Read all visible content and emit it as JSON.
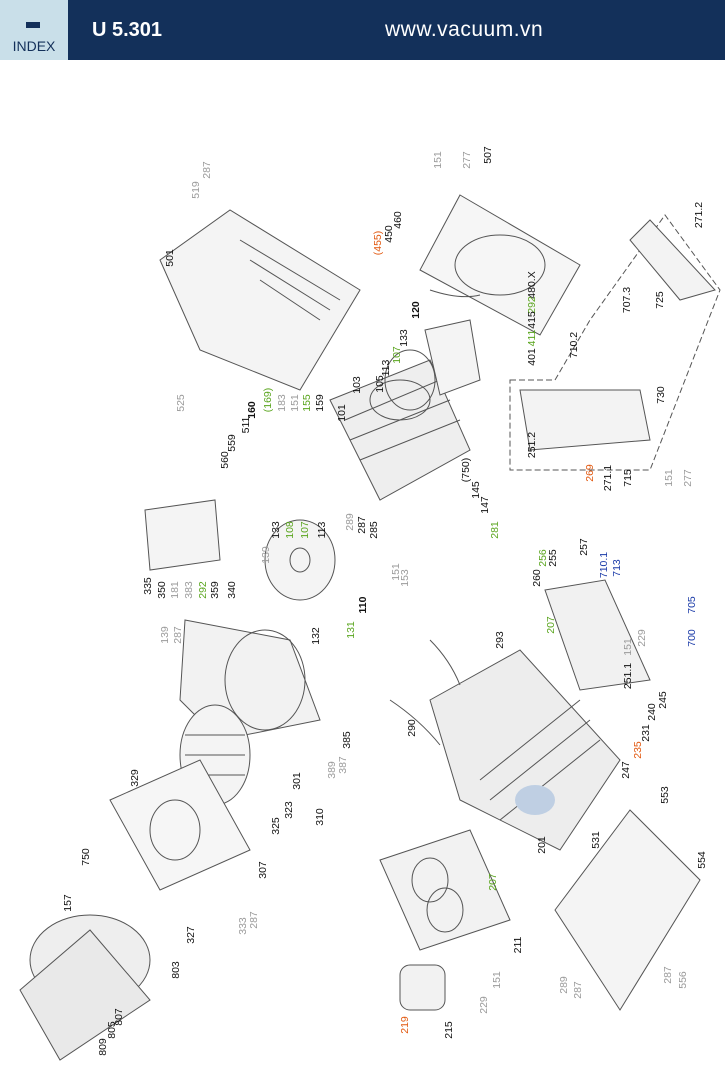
{
  "header": {
    "index_label": "INDEX",
    "model": "U 5.301",
    "website": "www.vacuum.vn"
  },
  "colors": {
    "header_bg": "#13305a",
    "index_bg": "#c9dfe9",
    "green": "#5aa51e",
    "orange": "#e2580f",
    "blue": "#1a3aa8",
    "gray": "#9a9a9a"
  },
  "part_labels": [
    {
      "text": "519",
      "color": "gray"
    },
    {
      "text": "287",
      "color": "gray"
    },
    {
      "text": "501",
      "color": "black"
    },
    {
      "text": "525",
      "color": "gray"
    },
    {
      "text": "160",
      "color": "black",
      "bold": true
    },
    {
      "text": "(169)",
      "color": "green"
    },
    {
      "text": "183",
      "color": "gray"
    },
    {
      "text": "151",
      "color": "gray"
    },
    {
      "text": "155",
      "color": "green"
    },
    {
      "text": "159",
      "color": "black"
    },
    {
      "text": "511",
      "color": "black"
    },
    {
      "text": "559",
      "color": "black"
    },
    {
      "text": "560",
      "color": "black"
    },
    {
      "text": "335",
      "color": "black"
    },
    {
      "text": "350",
      "color": "black"
    },
    {
      "text": "181",
      "color": "gray"
    },
    {
      "text": "383",
      "color": "gray"
    },
    {
      "text": "292",
      "color": "green"
    },
    {
      "text": "359",
      "color": "black"
    },
    {
      "text": "340",
      "color": "black"
    },
    {
      "text": "139",
      "color": "gray"
    },
    {
      "text": "133",
      "color": "black"
    },
    {
      "text": "108",
      "color": "green"
    },
    {
      "text": "107",
      "color": "green"
    },
    {
      "text": "113",
      "color": "black"
    },
    {
      "text": "110",
      "color": "black",
      "bold": true
    },
    {
      "text": "131",
      "color": "green"
    },
    {
      "text": "132",
      "color": "black"
    },
    {
      "text": "139",
      "color": "gray"
    },
    {
      "text": "287",
      "color": "gray"
    },
    {
      "text": "101",
      "color": "black"
    },
    {
      "text": "103",
      "color": "black"
    },
    {
      "text": "105",
      "color": "black"
    },
    {
      "text": "113",
      "color": "black"
    },
    {
      "text": "107",
      "color": "green"
    },
    {
      "text": "133",
      "color": "black"
    },
    {
      "text": "120",
      "color": "black",
      "bold": true
    },
    {
      "text": "(455)",
      "color": "orange"
    },
    {
      "text": "450",
      "color": "black"
    },
    {
      "text": "460",
      "color": "black"
    },
    {
      "text": "151",
      "color": "gray"
    },
    {
      "text": "277",
      "color": "gray"
    },
    {
      "text": "507",
      "color": "black"
    },
    {
      "text": "480.X",
      "color": "black"
    },
    {
      "text": "292",
      "color": "green"
    },
    {
      "text": "415",
      "color": "black"
    },
    {
      "text": "411",
      "color": "green"
    },
    {
      "text": "401",
      "color": "black"
    },
    {
      "text": "289",
      "color": "gray"
    },
    {
      "text": "287",
      "color": "black"
    },
    {
      "text": "285",
      "color": "black"
    },
    {
      "text": "(750)",
      "color": "black"
    },
    {
      "text": "145",
      "color": "black"
    },
    {
      "text": "147",
      "color": "black"
    },
    {
      "text": "281",
      "color": "green"
    },
    {
      "text": "151",
      "color": "gray"
    },
    {
      "text": "153",
      "color": "gray"
    },
    {
      "text": "293",
      "color": "black"
    },
    {
      "text": "290",
      "color": "black"
    },
    {
      "text": "385",
      "color": "black"
    },
    {
      "text": "389",
      "color": "gray"
    },
    {
      "text": "387",
      "color": "gray"
    },
    {
      "text": "301",
      "color": "black"
    },
    {
      "text": "310",
      "color": "black"
    },
    {
      "text": "329",
      "color": "black"
    },
    {
      "text": "323",
      "color": "black"
    },
    {
      "text": "325",
      "color": "black"
    },
    {
      "text": "307",
      "color": "black"
    },
    {
      "text": "750",
      "color": "black"
    },
    {
      "text": "157",
      "color": "black"
    },
    {
      "text": "327",
      "color": "black"
    },
    {
      "text": "803",
      "color": "black"
    },
    {
      "text": "333",
      "color": "gray"
    },
    {
      "text": "287",
      "color": "gray"
    },
    {
      "text": "807",
      "color": "black"
    },
    {
      "text": "805",
      "color": "black"
    },
    {
      "text": "809",
      "color": "black"
    },
    {
      "text": "251.2",
      "color": "black"
    },
    {
      "text": "710.2",
      "color": "black"
    },
    {
      "text": "707.3",
      "color": "black"
    },
    {
      "text": "725",
      "color": "black"
    },
    {
      "text": "730",
      "color": "black"
    },
    {
      "text": "271.2",
      "color": "black"
    },
    {
      "text": "269",
      "color": "orange"
    },
    {
      "text": "271.1",
      "color": "black"
    },
    {
      "text": "715",
      "color": "black"
    },
    {
      "text": "151",
      "color": "gray"
    },
    {
      "text": "277",
      "color": "gray"
    },
    {
      "text": "260",
      "color": "black"
    },
    {
      "text": "255",
      "color": "black"
    },
    {
      "text": "256",
      "color": "green"
    },
    {
      "text": "257",
      "color": "black"
    },
    {
      "text": "710.1",
      "color": "blue"
    },
    {
      "text": "713",
      "color": "blue"
    },
    {
      "text": "705",
      "color": "blue"
    },
    {
      "text": "700",
      "color": "blue"
    },
    {
      "text": "207",
      "color": "green"
    },
    {
      "text": "251.1",
      "color": "black"
    },
    {
      "text": "151",
      "color": "gray"
    },
    {
      "text": "229",
      "color": "gray"
    },
    {
      "text": "245",
      "color": "black"
    },
    {
      "text": "240",
      "color": "black"
    },
    {
      "text": "231",
      "color": "black"
    },
    {
      "text": "235",
      "color": "orange"
    },
    {
      "text": "247",
      "color": "black"
    },
    {
      "text": "201",
      "color": "black"
    },
    {
      "text": "553",
      "color": "black"
    },
    {
      "text": "531",
      "color": "black"
    },
    {
      "text": "554",
      "color": "black"
    },
    {
      "text": "556",
      "color": "gray"
    },
    {
      "text": "287",
      "color": "gray"
    },
    {
      "text": "289",
      "color": "gray"
    },
    {
      "text": "287",
      "color": "gray"
    },
    {
      "text": "207",
      "color": "green"
    },
    {
      "text": "211",
      "color": "black"
    },
    {
      "text": "151",
      "color": "gray"
    },
    {
      "text": "229",
      "color": "gray"
    },
    {
      "text": "215",
      "color": "black"
    },
    {
      "text": "219",
      "color": "orange"
    }
  ]
}
